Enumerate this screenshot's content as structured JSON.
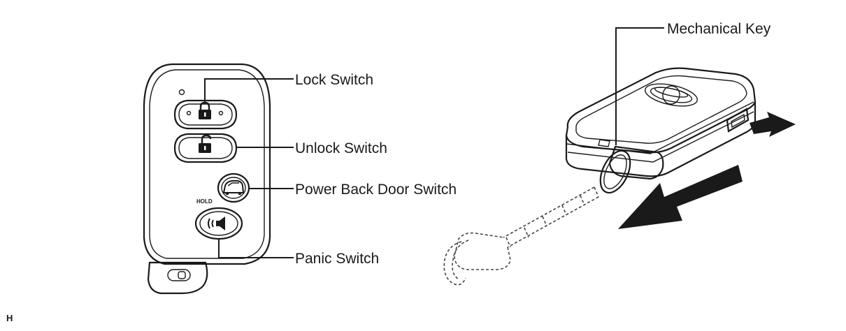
{
  "labels": {
    "lock_switch": "Lock Switch",
    "unlock_switch": "Unlock Switch",
    "power_back_door_switch": "Power Back Door Switch",
    "panic_switch": "Panic Switch",
    "mechanical_key": "Mechanical Key",
    "hold": "HOLD",
    "corner_mark": "H"
  }
}
